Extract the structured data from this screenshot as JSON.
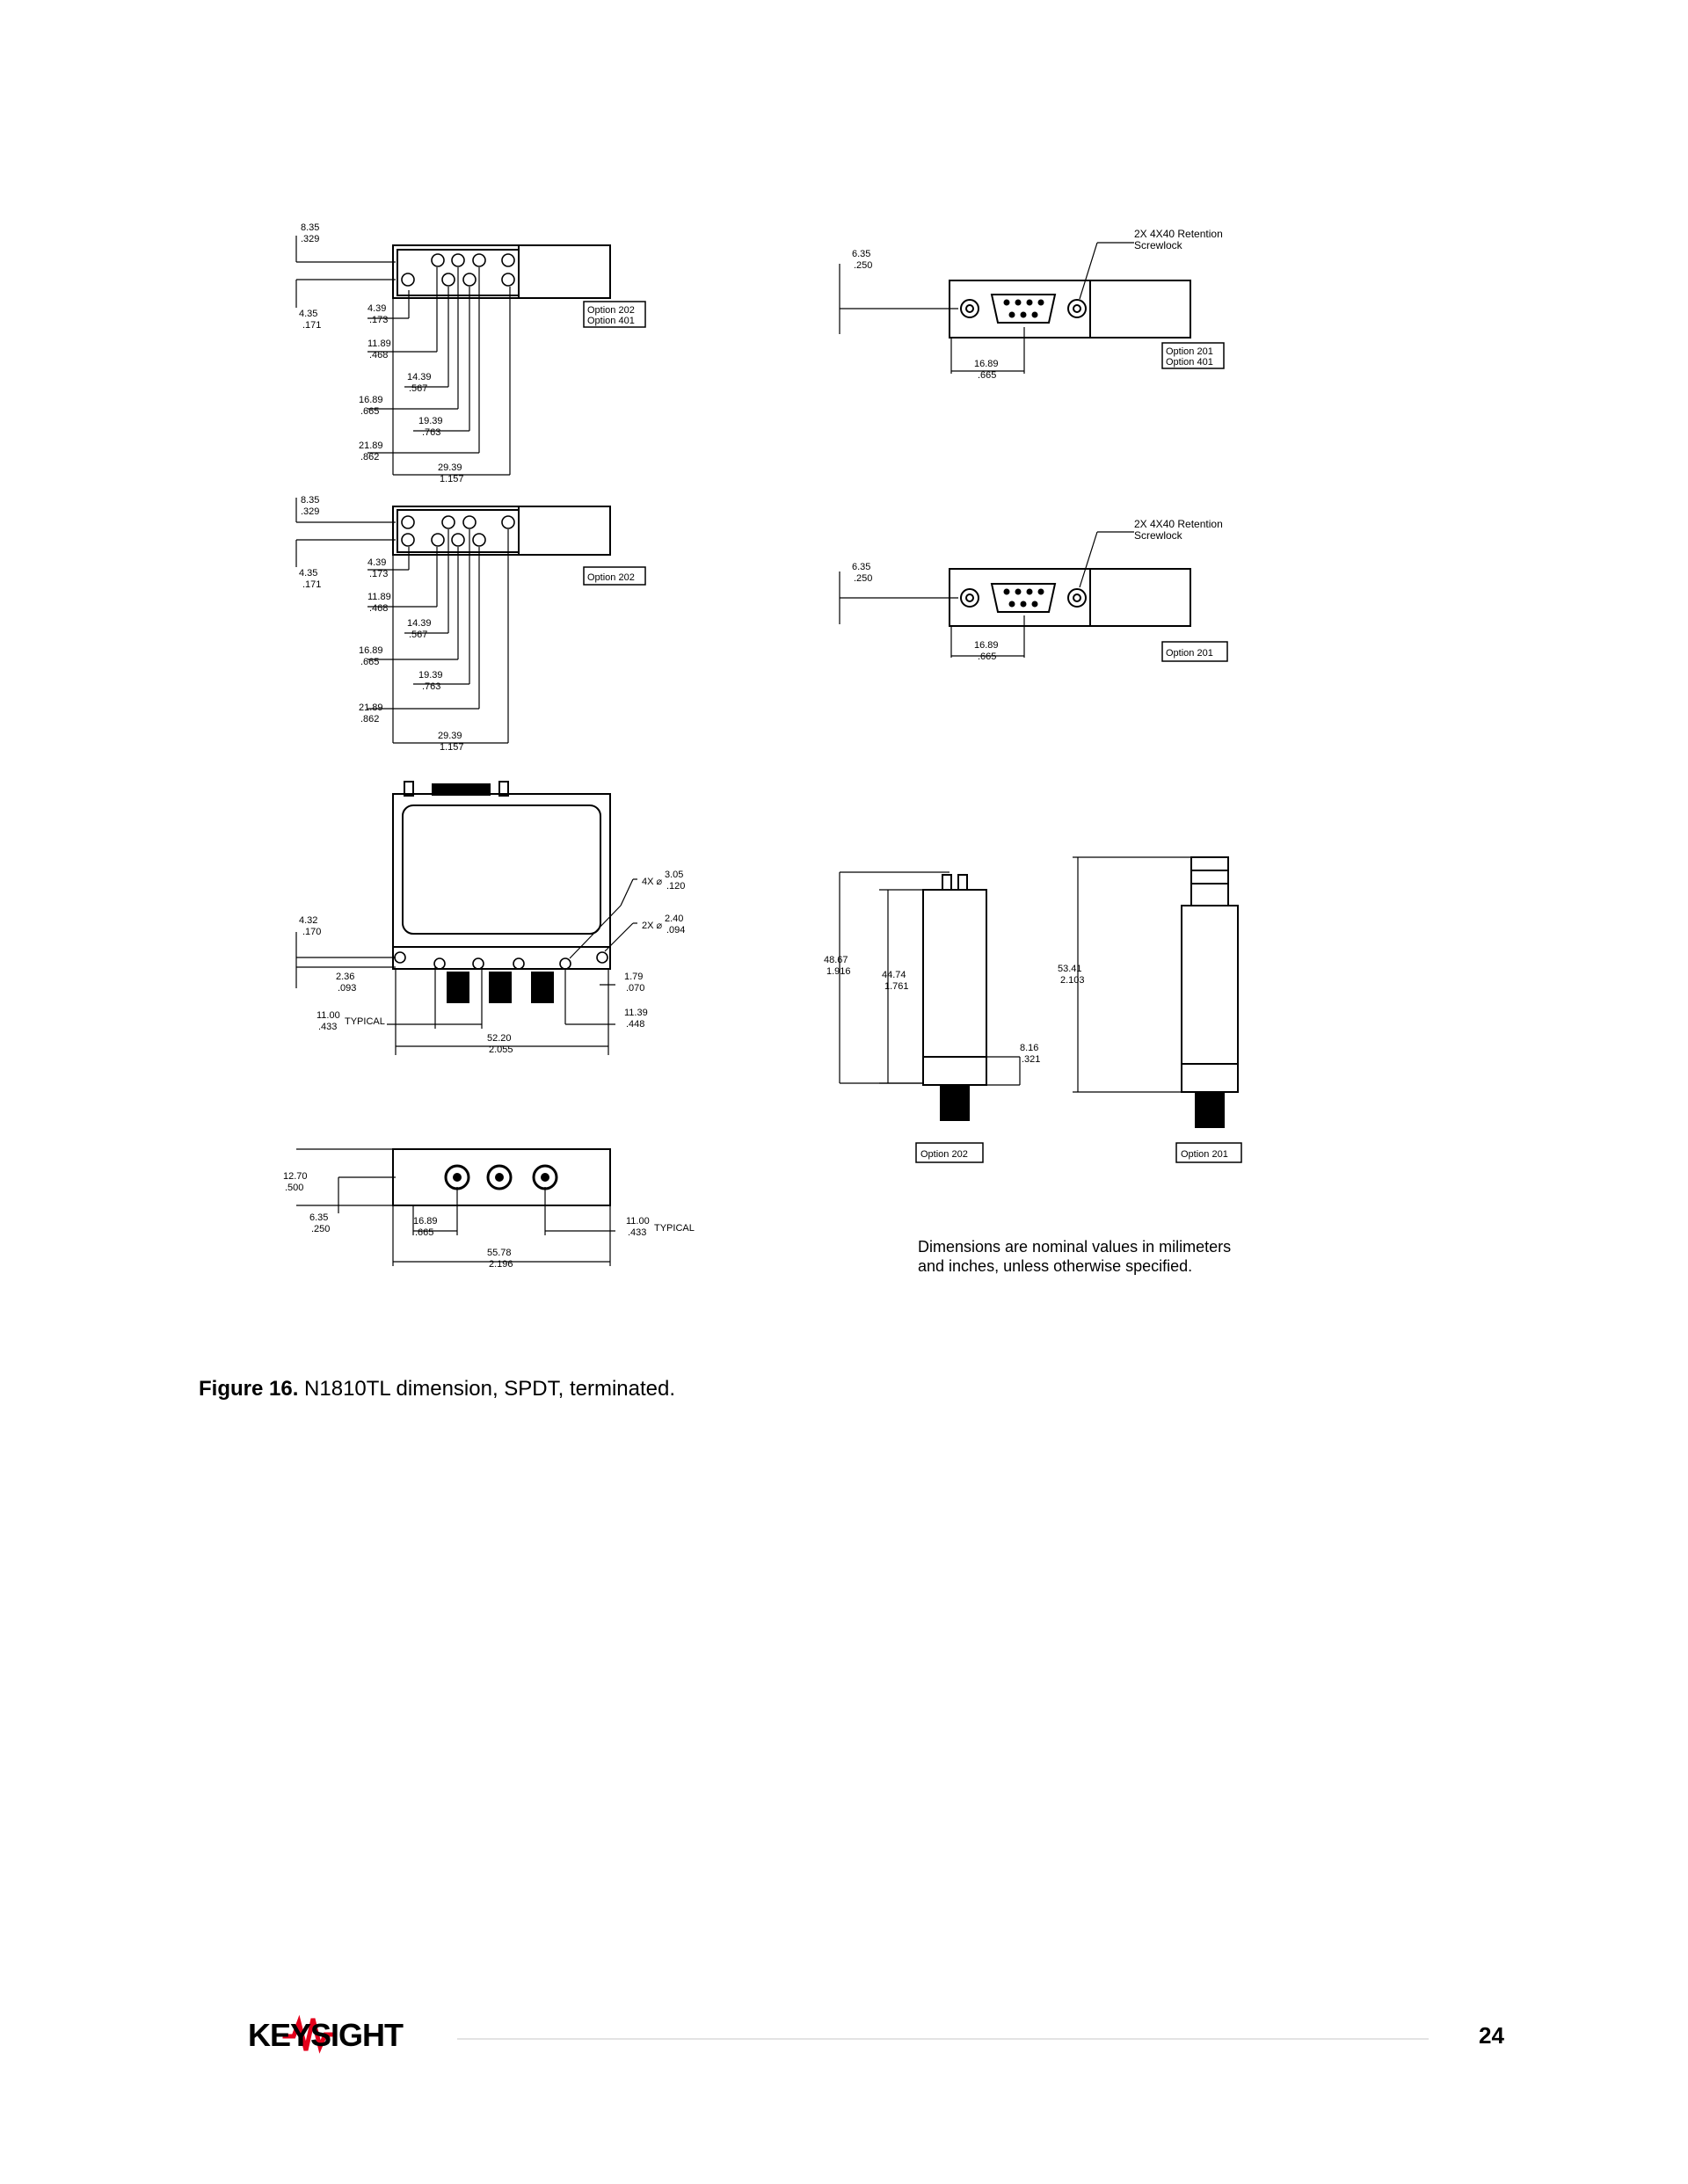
{
  "callouts": {
    "retention_line1": "2X 4X40 Retention",
    "retention_line2": "Screwlock",
    "hole1_prefix": "4X ⌀",
    "hole2_prefix": "2X ⌀",
    "typical": "TYPICAL"
  },
  "options": {
    "tl_line1": "Option 202",
    "tl_line2": "Option 401",
    "tr_line1": "Option 201",
    "tr_line2": "Option 401",
    "ml": "Option 202",
    "mr": "Option 201",
    "br_left": "Option 202",
    "br_right": "Option 201"
  },
  "dims": {
    "d835": [
      "8.35",
      ".329"
    ],
    "d435": [
      "4.35",
      ".171"
    ],
    "d439": [
      "4.39",
      ".173"
    ],
    "d1189": [
      "11.89",
      ".468"
    ],
    "d1439": [
      "14.39",
      ".567"
    ],
    "d1689": [
      "16.89",
      ".665"
    ],
    "d1939": [
      "19.39",
      ".763"
    ],
    "d2189": [
      "21.89",
      ".862"
    ],
    "d2939": [
      "29.39",
      "1.157"
    ],
    "d635": [
      "6.35",
      ".250"
    ],
    "d305": [
      "3.05",
      ".120"
    ],
    "d240": [
      "2.40",
      ".094"
    ],
    "d432": [
      "4.32",
      ".170"
    ],
    "d236": [
      "2.36",
      ".093"
    ],
    "d179": [
      "1.79",
      ".070"
    ],
    "d1139": [
      "11.39",
      ".448"
    ],
    "d1100": [
      "11.00",
      ".433"
    ],
    "d5220": [
      "52.20",
      "2.055"
    ],
    "d4867": [
      "48.67",
      "1.916"
    ],
    "d4474": [
      "44.74",
      "1.761"
    ],
    "d816": [
      "8.16",
      ".321"
    ],
    "d5341": [
      "53.41",
      "2.103"
    ],
    "d1270": [
      "12.70",
      ".500"
    ],
    "d5578": [
      "55.78",
      "2.196"
    ]
  },
  "note": {
    "line1": "Dimensions are nominal values in milimeters",
    "line2": "and inches, unless otherwise specified."
  },
  "caption": {
    "label": "Figure 16.",
    "text": " N1810TL dimension, SPDT, terminated."
  },
  "footer": {
    "brand": "KEYSIGHT",
    "page": "24"
  }
}
